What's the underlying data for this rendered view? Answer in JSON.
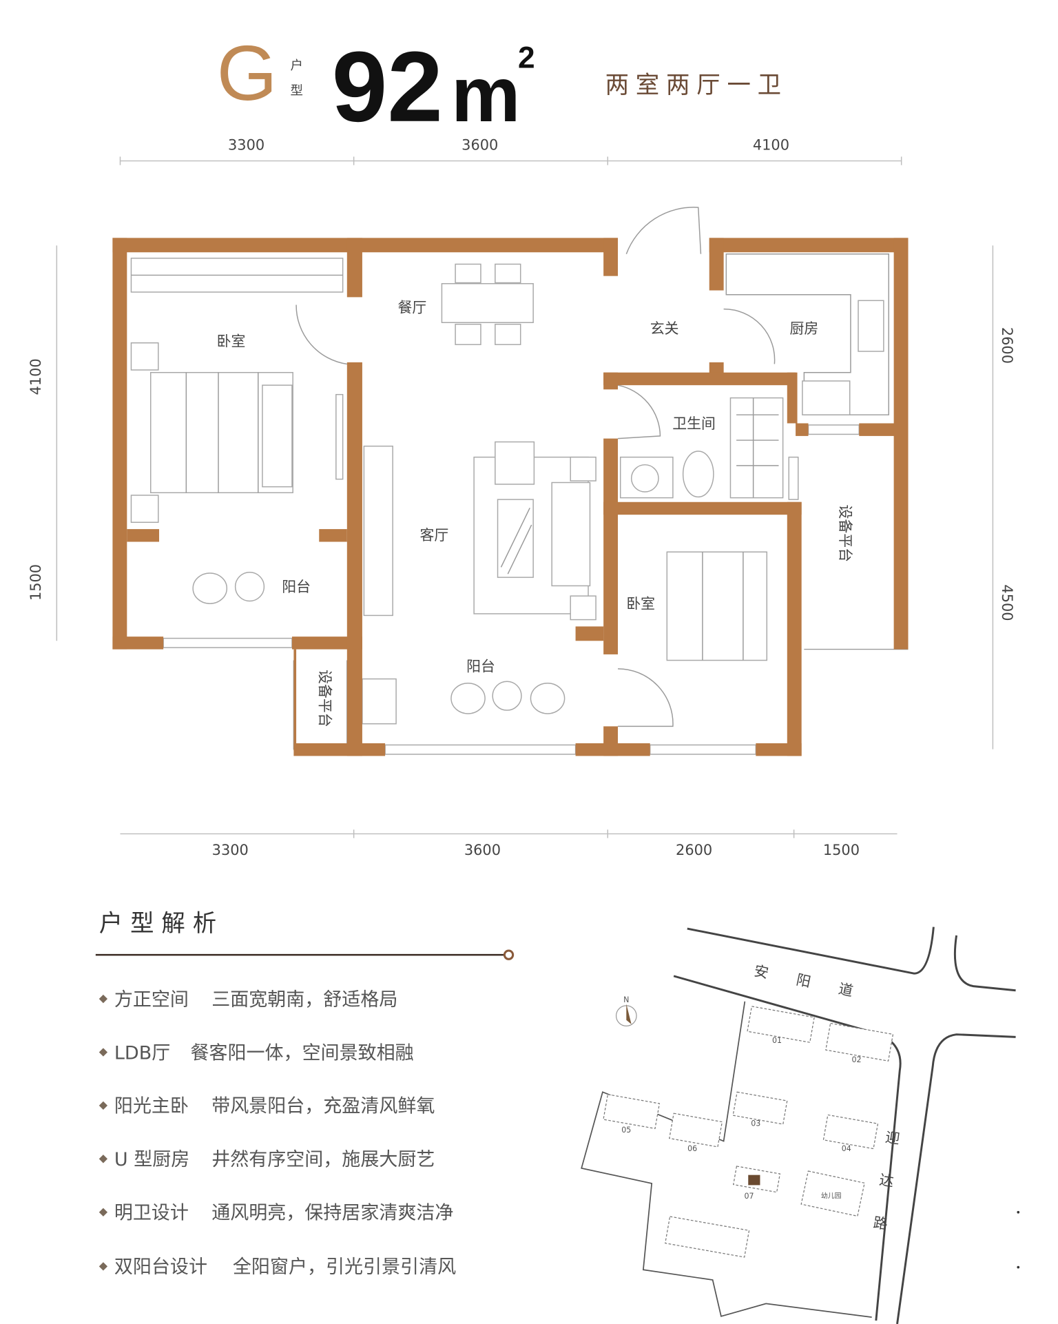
{
  "header": {
    "unit_letter": "G",
    "unit_label_1": "户",
    "unit_label_2": "型",
    "area_number": "92",
    "area_unit": "m",
    "area_sup": "2",
    "layout": "两室两厅一卫"
  },
  "dimensions": {
    "top": [
      "3300",
      "3600",
      "4100"
    ],
    "left": [
      "4100",
      "1500"
    ],
    "right": [
      "2600",
      "4500"
    ],
    "bottom": [
      "3300",
      "3600",
      "2600",
      "1500"
    ]
  },
  "rooms": {
    "dining": "餐厅",
    "bedroom_1": "卧室",
    "foyer": "玄关",
    "kitchen": "厨房",
    "bathroom": "卫生间",
    "living": "客厅",
    "balcony_1": "阳台",
    "bedroom_2": "卧室",
    "balcony_2": "阳台",
    "platform_right": "设备平台",
    "platform_left": "设备平台"
  },
  "analysis": {
    "title": "户 型 解 析",
    "items": [
      {
        "feature": "方正空间",
        "desc": "三面宽朝南，舒适格局"
      },
      {
        "feature": "LDB厅",
        "desc": "餐客阳一体，空间景致相融"
      },
      {
        "feature": "阳光主卧",
        "desc": "带风景阳台，充盈清风鲜氧"
      },
      {
        "feature": "U 型厨房",
        "desc": "井然有序空间，施展大厨艺"
      },
      {
        "feature": "明卫设计",
        "desc": "通风明亮，保持居家清爽洁净"
      },
      {
        "feature": "双阳台设计",
        "desc": "全阳窗户，引光引景引清风"
      }
    ]
  },
  "site_map": {
    "road_north": "安阳道",
    "road_east": "迎达路",
    "compass": "N",
    "buildings": [
      "01",
      "02",
      "03",
      "04",
      "05",
      "06",
      "07"
    ],
    "kindergarten": "幼儿园"
  },
  "colors": {
    "wall": "#b87a45",
    "unit_letter": "#c08a55",
    "area": "#111111",
    "text": "#444444"
  }
}
